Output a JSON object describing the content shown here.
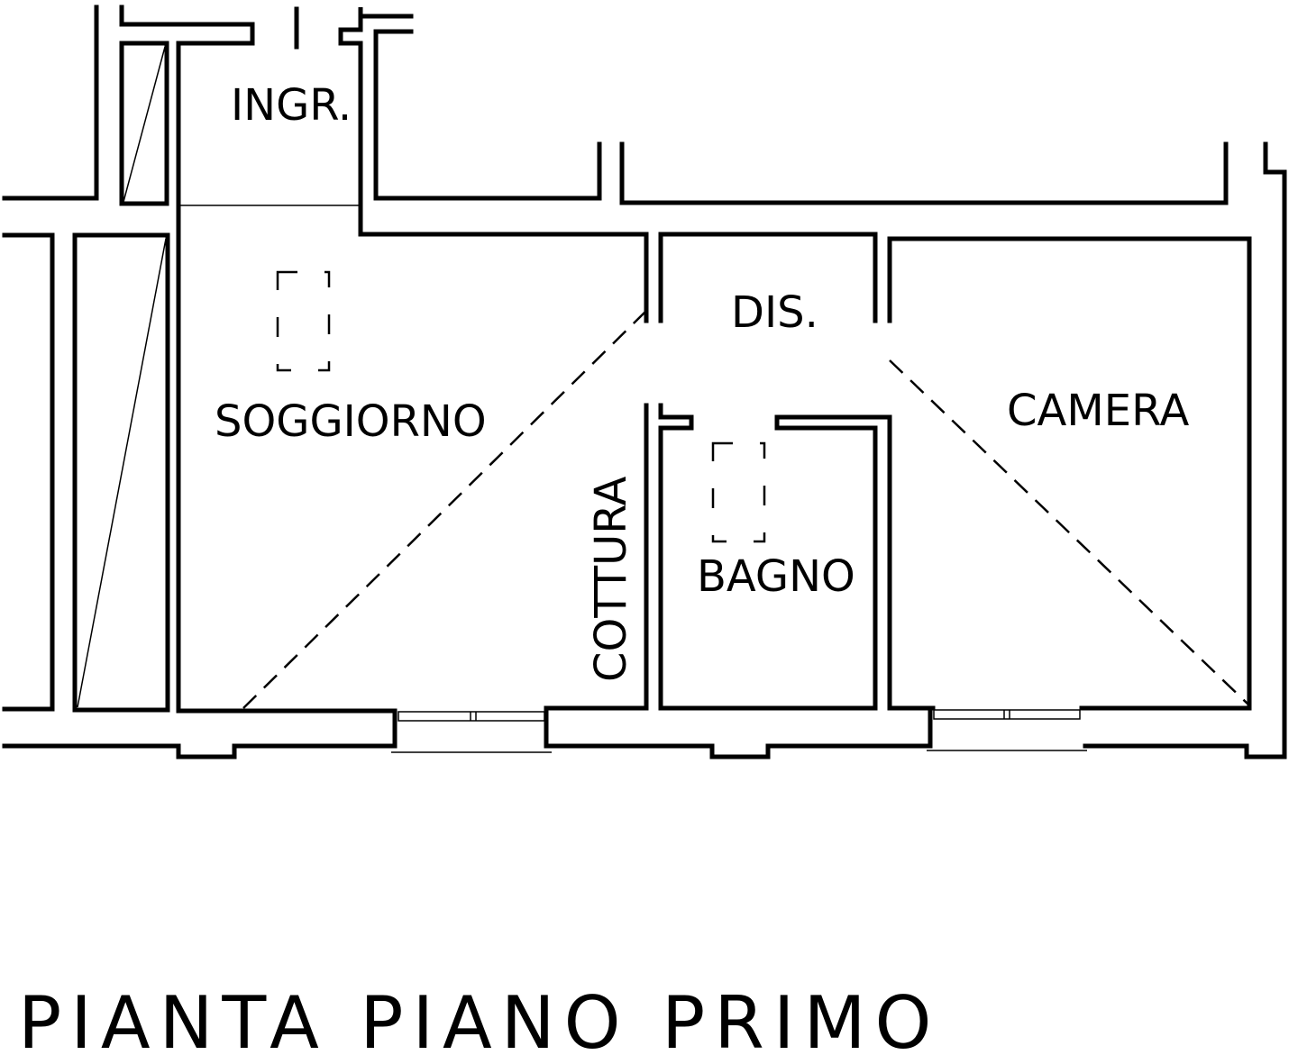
{
  "rooms": {
    "ingresso": "INGR.",
    "disimpegno": "DIS.",
    "soggiorno": "SOGGIORNO",
    "camera": "CAMERA",
    "cottura": "COTTURA",
    "bagno": "BAGNO"
  },
  "title": "PIANTA PIANO PRIMO",
  "colors": {
    "ink": "#000000",
    "paper": "#ffffff"
  },
  "symbols": [
    "skylight-symbol",
    "skylight-symbol",
    "window-symbol",
    "window-symbol"
  ]
}
